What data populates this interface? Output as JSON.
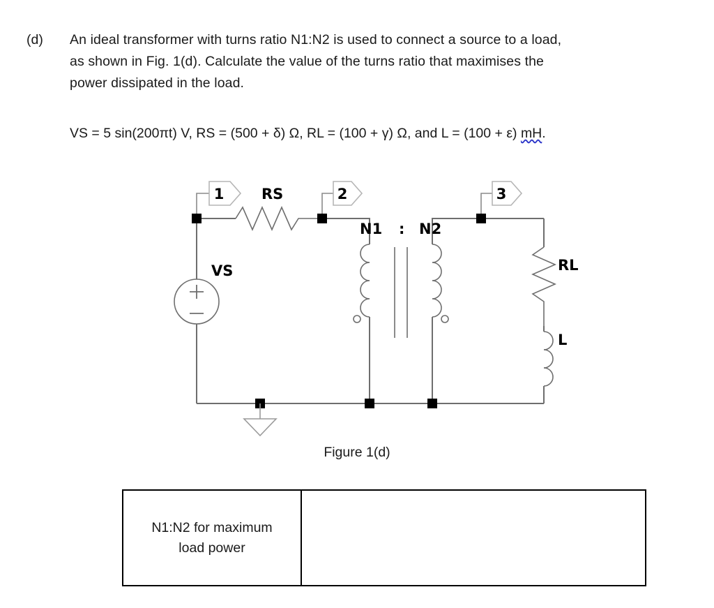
{
  "question": {
    "marker": "(d)",
    "line1": "An ideal transformer with turns ratio N1:N2 is used to connect a source to a load,",
    "line2": "as shown in Fig. 1(d). Calculate the value of the turns ratio that maximises the",
    "line3": "power dissipated in the load.",
    "given_prefix": "VS = 5 sin(200πt) V, RS = (500 + δ) Ω, RL = (100 + γ) Ω, and L = (100 + ε) ",
    "given_misspelled": "mH",
    "given_suffix": "."
  },
  "circuit": {
    "nodes": [
      {
        "id": "1",
        "label": "1"
      },
      {
        "id": "2",
        "label": "2"
      },
      {
        "id": "3",
        "label": "3"
      }
    ],
    "components": {
      "source": "VS",
      "series_resistor": "RS",
      "primary_turns": "N1",
      "ratio_separator": ":",
      "secondary_turns": "N2",
      "load_resistor": "RL",
      "load_inductor": "L"
    }
  },
  "figure": {
    "caption": "Figure 1(d)"
  },
  "answer_table": {
    "label_line1": "N1:N2 for maximum",
    "label_line2": "load power",
    "value": ""
  },
  "colors": {
    "text": "#1a1a1a",
    "wire": "#6e6e6e",
    "node": "#000000",
    "spellcheck_underline": "#2b35c9",
    "table_border": "#000000"
  }
}
